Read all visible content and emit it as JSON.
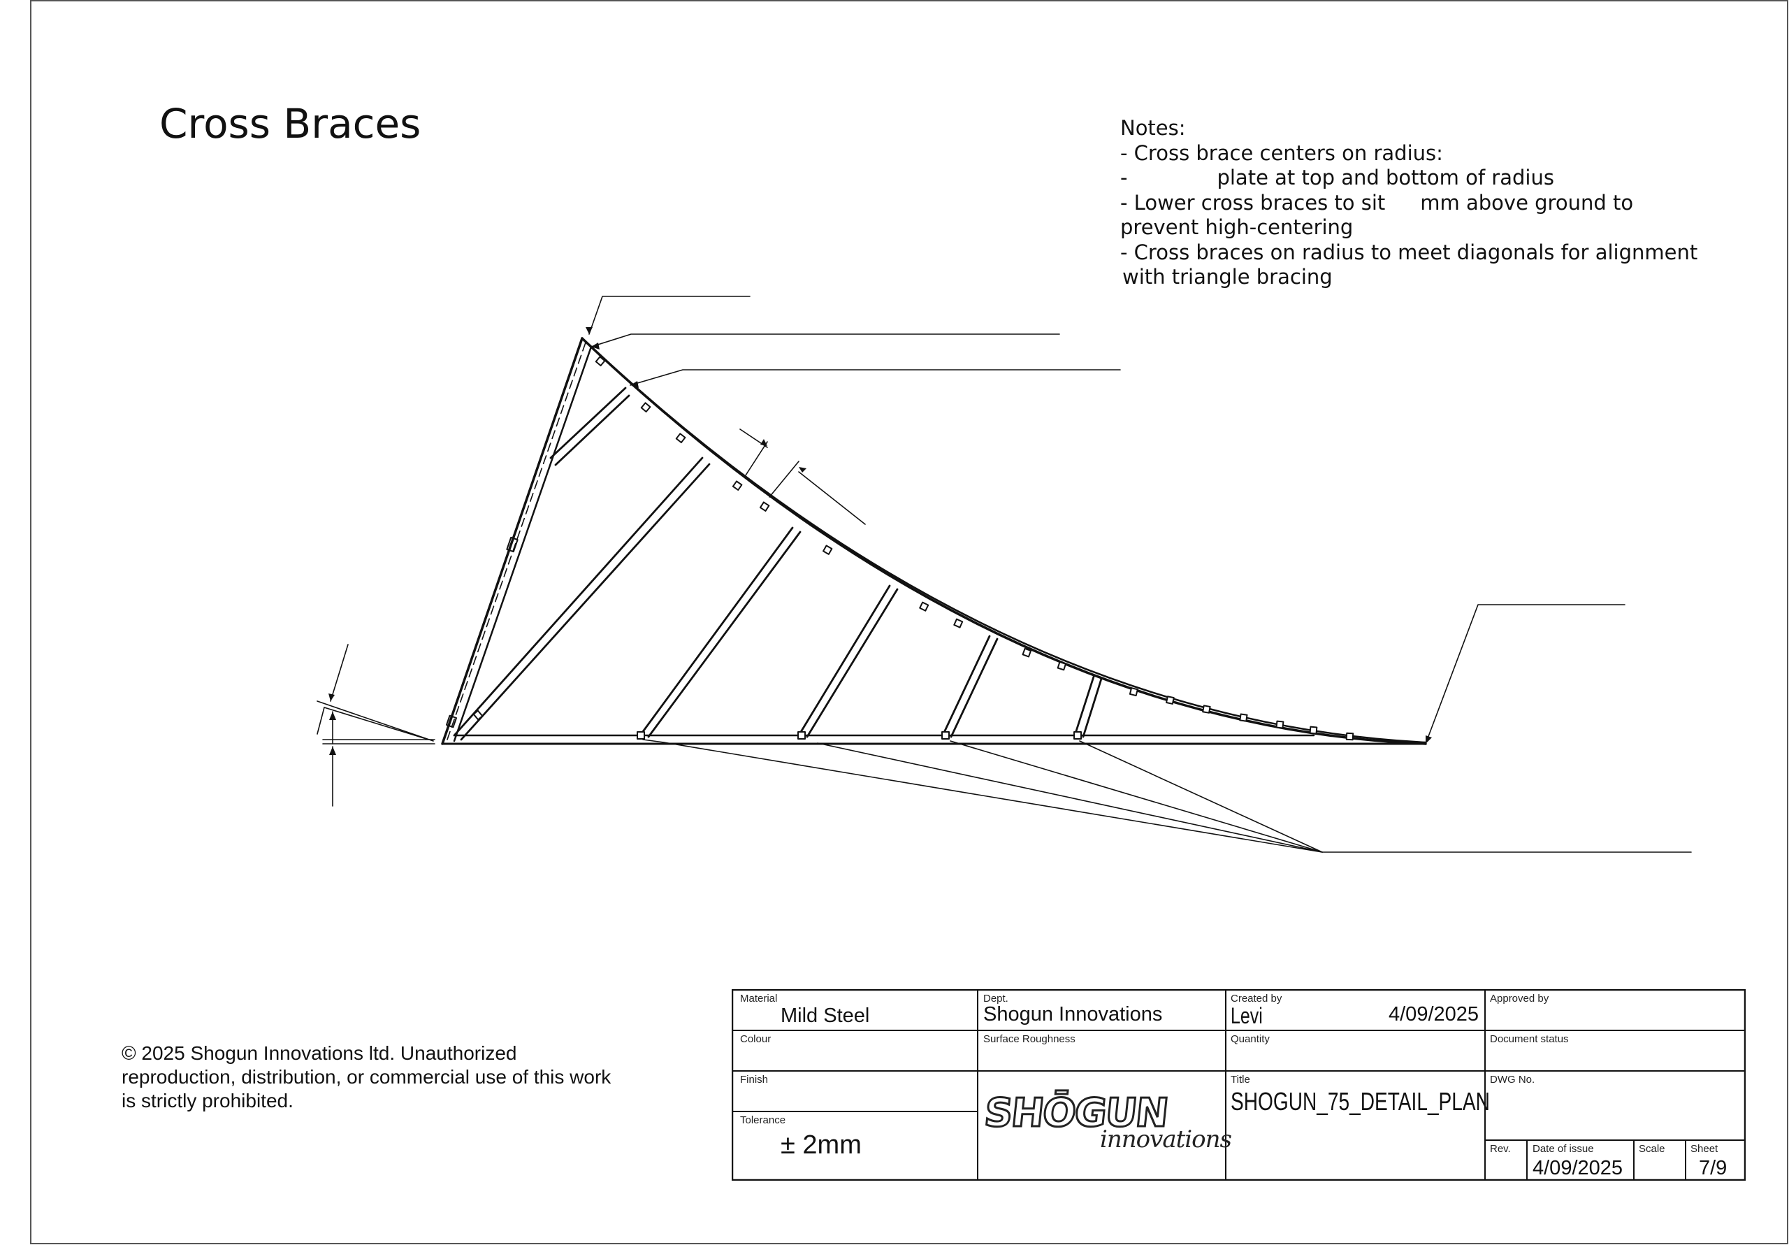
{
  "title": "Cross Braces",
  "notes": {
    "heading": "Notes:",
    "line1": "- Cross brace centers on radius:",
    "line2_a": "-",
    "line2_b": "plate at top and bottom of radius",
    "line3_a": "- Lower cross braces to sit",
    "line3_b": "mm above ground to",
    "line4": "prevent high-centering",
    "line5": "- Cross braces on radius to meet diagonals for alignment",
    "line6": "with triangle bracing"
  },
  "copyright": {
    "line1": "© 2025 Shogun Innovations ltd. Unauthorized",
    "line2": "reproduction, distribution, or commercial use of this work",
    "line3": "is strictly prohibited."
  },
  "title_block": {
    "material_label": "Material",
    "material": "Mild Steel",
    "dept_label": "Dept.",
    "dept": "Shogun Innovations",
    "created_by_label": "Created by",
    "created_by": "Levi",
    "created_date": "4/09/2025",
    "approved_by_label": "Approved by",
    "colour_label": "Colour",
    "surface_label": "Surface Roughness",
    "quantity_label": "Quantity",
    "doc_status_label": "Document status",
    "finish_label": "Finish",
    "title_label": "Title",
    "drawing_title": "SHOGUN_75_DETAIL_PLAN",
    "dwg_no_label": "DWG No.",
    "tolerance_label": "Tolerance",
    "tolerance": "± 2mm",
    "rev_label": "Rev.",
    "date_issue_label": "Date of issue",
    "date_issue": "4/09/2025",
    "scale_label": "Scale",
    "sheet_label": "Sheet",
    "sheet": "7/9",
    "logo_main": "SHŌGUN",
    "logo_sub": "innovations"
  }
}
